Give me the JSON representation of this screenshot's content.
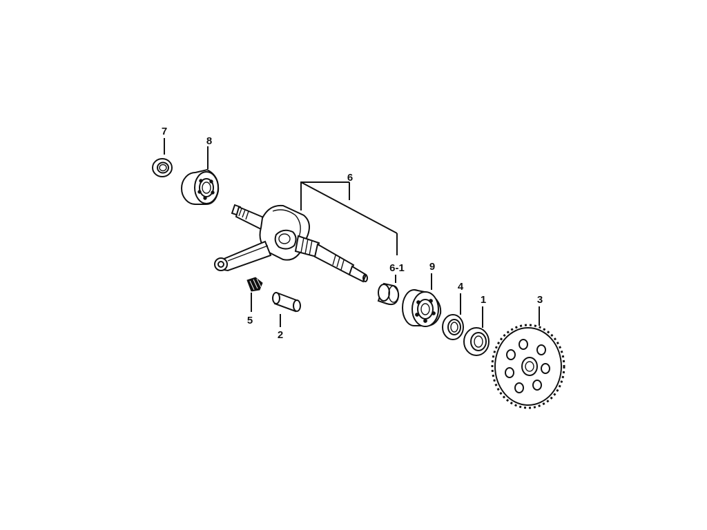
{
  "diagram": {
    "callouts": {
      "c7": "7",
      "c8": "8",
      "c6": "6",
      "c6_1": "6-1",
      "c9": "9",
      "c4": "4",
      "c1": "1",
      "c3": "3",
      "c5": "5",
      "c2": "2"
    }
  }
}
